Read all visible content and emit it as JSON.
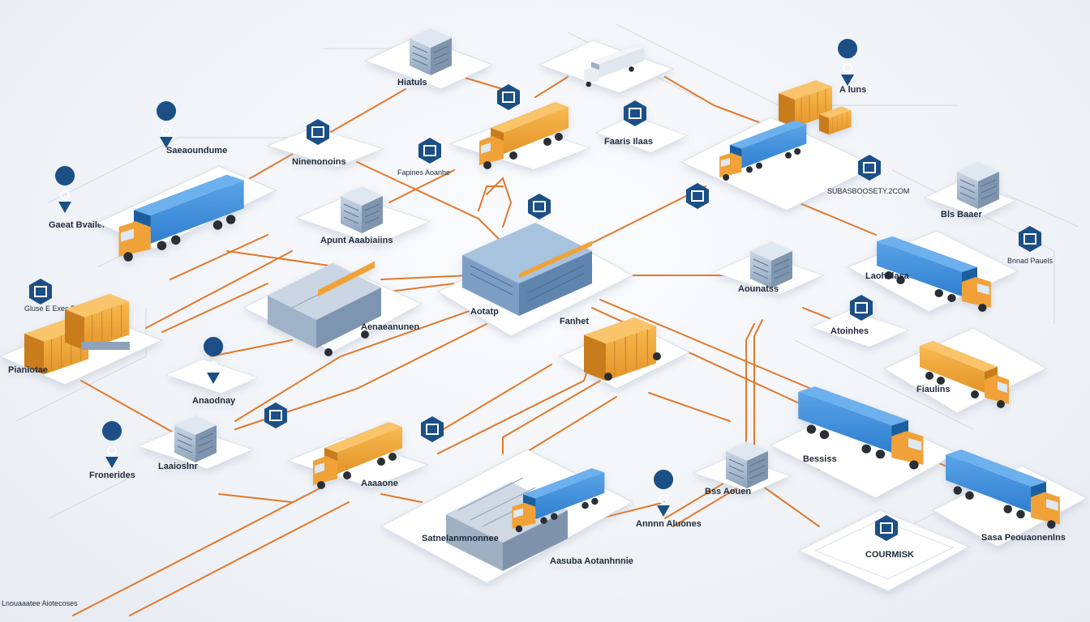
{
  "colors": {
    "accent": "#e2782a",
    "blue": "#2f7fd0",
    "blue_dark": "#1d5f9e",
    "orange": "#f0a237",
    "orange_dark": "#c97c1e",
    "icon_navy": "#1b4f86",
    "platform": "#ffffff",
    "grid_line": "#cfd6e1"
  },
  "labels": {
    "top_server": "Hiatuls",
    "top_right_icon": "A luns",
    "truck_top_center": "Faaris Ilaas",
    "left_top_icon": "Saeaoundume",
    "server_icon_top": "Ninenonoins",
    "truck_mid_top": "Fapines Aoanhe",
    "right_truck_group": "SUBASBOOSETY.2COM",
    "left_money": "Gaeat Bvailer",
    "server_cluster_center": "Apunt Aaabiaiins",
    "right_server_small": "Bls Baaer",
    "right_doc_icon": "Bnnad Pauels",
    "left_cargo_icon": "Gluse E Exes Pagaeuanilon",
    "right_truck_blue": "Laohelasa",
    "warehouse_center": "Aenaeanunen",
    "hub": "Fanhet",
    "hub_left": "Aotatp",
    "right_server_mid": "Aounatss",
    "left_containers": "Pianiotae",
    "right_icon_mid": "Atoinhes",
    "right_truck_orange": "Fiaulins",
    "left_cloud": "Anaodnay",
    "container_center": "",
    "left_money_bottom": "Fronerides",
    "left_server_bottom": "Laaioslnr",
    "truck_bottom_center": "Aaaaone",
    "right_truck_big": "Bessiss",
    "bottom_icon": "Annnn Aluones",
    "bottom_server": "Bss Aouen",
    "warehouse_bottom": "Satnelanmnonnee",
    "bottom_truck_label": "Aasuba Aotanhnnie",
    "bottom_right_icon": "COURMISK",
    "bottom_right_truck": "Sasa Peouaonenlns",
    "footer_text": "Lnouaaatee Aiotecoses"
  }
}
